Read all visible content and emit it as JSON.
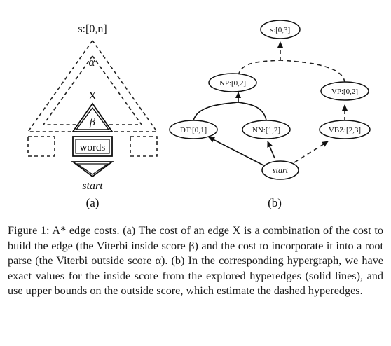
{
  "panel_a": {
    "root_label": "s:[0,n]",
    "alpha_label": "α",
    "edge_label": "X",
    "beta_label": "β",
    "words_label": "words",
    "start_label": "start",
    "panel_label": "(a)"
  },
  "panel_b": {
    "nodes": {
      "s": "s:[0,3]",
      "np": "NP:[0,2]",
      "vp": "VP:[0,2]",
      "dt": "DT:[0,1]",
      "nn": "NN:[1,2]",
      "vbz": "VBZ:[2,3]",
      "start": "start"
    },
    "panel_label": "(b)"
  },
  "caption": {
    "figure_label": "Figure 1:",
    "text": "A* edge costs. (a) The cost of an edge X is a combination of the cost to build the edge (the Viterbi inside score β) and the cost to incorporate it into a root parse (the Viterbi outside score α). (b) In the corresponding hypergraph, we have exact values for the inside score from the explored hyperedges (solid lines), and use upper bounds on the outside score, which estimate the dashed hyperedges."
  }
}
